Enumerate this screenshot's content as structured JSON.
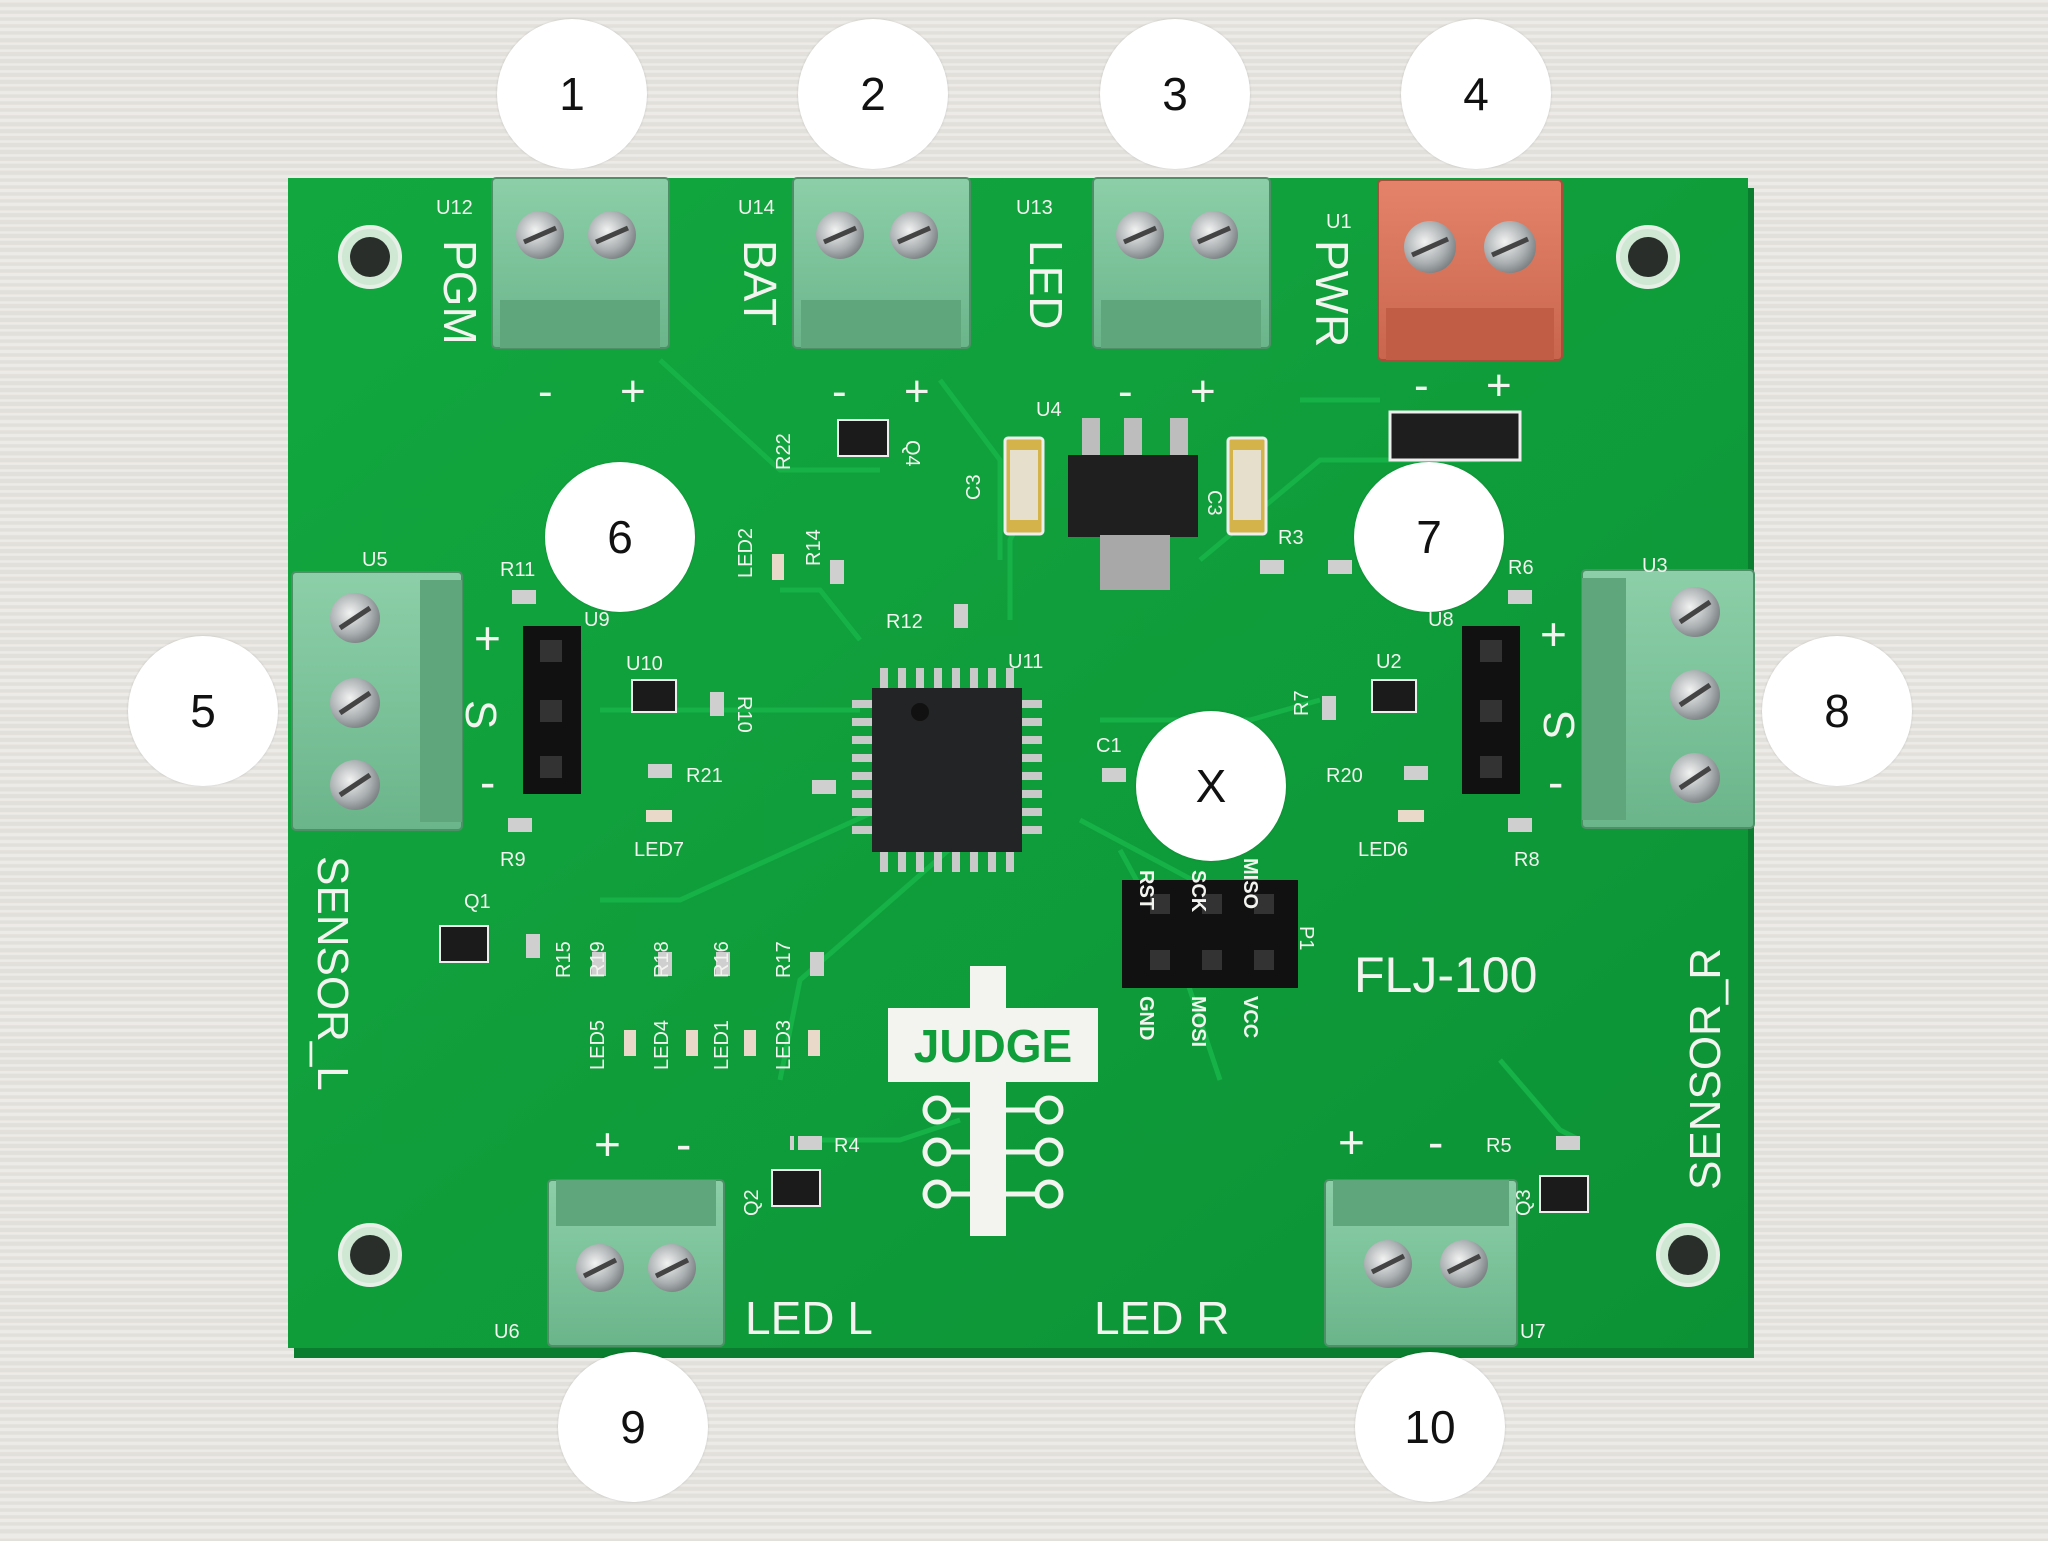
{
  "board": {
    "model": "FLJ-100",
    "logo": "JUDGE",
    "colors": {
      "pcb": "#0f9e3a",
      "terminal_green": "#7cc39a",
      "terminal_red": "#d9735a",
      "silkscreen": "#f3f3ef"
    }
  },
  "connectors": {
    "pgm": {
      "ref": "U12",
      "label": "PGM",
      "minus": "-",
      "plus": "+"
    },
    "bat": {
      "ref": "U14",
      "label": "BAT",
      "minus": "-",
      "plus": "+"
    },
    "led": {
      "ref": "U13",
      "label": "LED",
      "minus": "-",
      "plus": "+"
    },
    "pwr": {
      "ref": "U1",
      "label": "PWR",
      "minus": "-",
      "plus": "+"
    },
    "sensor_l": {
      "ref": "U5",
      "label": "SENSOR_L",
      "plus": "+",
      "s": "S",
      "minus": "-"
    },
    "sensor_r": {
      "ref": "U3",
      "label": "SENSOR_R",
      "plus": "+",
      "s": "S",
      "minus": "-"
    },
    "led_l": {
      "ref": "U6",
      "label": "LED L",
      "plus": "+",
      "minus": "-"
    },
    "led_r": {
      "ref": "U7",
      "label": "LED R",
      "plus": "+",
      "minus": "-"
    }
  },
  "components": {
    "mcu": "U11",
    "regulator": "U4",
    "header_l": "U9",
    "header_r": "U8",
    "u10": "U10",
    "u2": "U2",
    "c1": "C1",
    "c3a": "C3",
    "c3b": "C3",
    "r22": "R22",
    "q4": "Q4",
    "led2": "LED2",
    "r14": "R14",
    "r12": "R12",
    "r11": "R11",
    "r10": "R10",
    "r21": "R21",
    "led7": "LED7",
    "r9": "R9",
    "q1": "Q1",
    "r15": "R15",
    "r19": "R19",
    "r18": "R18",
    "r16": "R16",
    "r17": "R17",
    "led5": "LED5",
    "led4": "LED4",
    "led1": "LED1",
    "led3": "LED3",
    "r3": "R3",
    "r6": "R6",
    "r7": "R7",
    "r20": "R20",
    "led6": "LED6",
    "r8": "R8",
    "r4": "R4",
    "q2": "Q2",
    "r5": "R5",
    "q3": "Q3",
    "p1": "P1"
  },
  "isp": {
    "top": [
      "RST",
      "SCK",
      "MISO"
    ],
    "bottom": [
      "GND",
      "MOSI",
      "VCC"
    ]
  },
  "callouts": [
    "1",
    "2",
    "3",
    "4",
    "5",
    "6",
    "7",
    "8",
    "9",
    "10",
    "X"
  ]
}
